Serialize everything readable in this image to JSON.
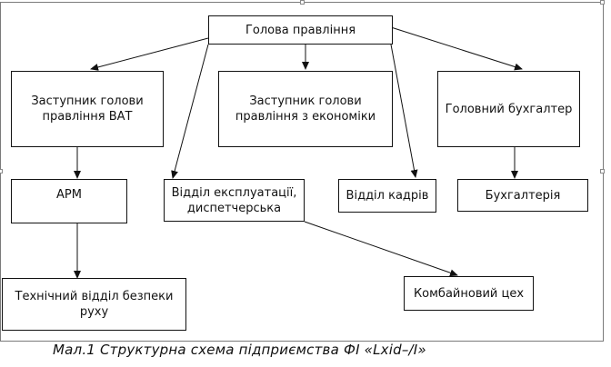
{
  "diagram": {
    "boxes": {
      "head": "Голова правління",
      "deputy_vat": "Заступник голови\nправління ВАТ",
      "deputy_econ": "Заступник голови\nправління з економіки",
      "chief_accountant": "Головний бухгалтер",
      "arm": "АРМ",
      "operations": "Відділ експлуатації,\nдиспетчерська",
      "hr": "Відділ кадрів",
      "accounting": "Бухгалтерія",
      "safety": "Технічний відділ безпеки\nруху",
      "combine": "Комбайновий цех"
    },
    "caption": "Мал.1 Структурна схема підприємства ФІ «Lxid–/I»"
  }
}
